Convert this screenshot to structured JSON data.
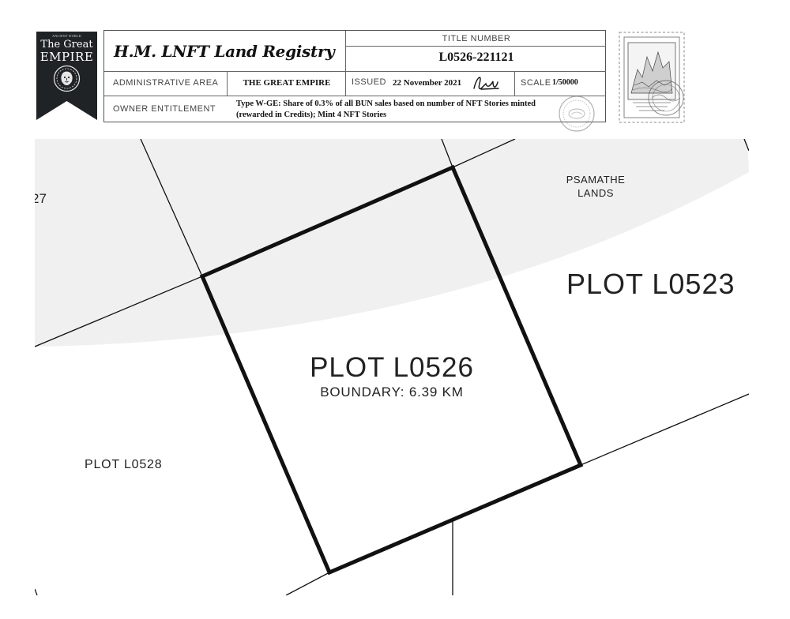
{
  "logo": {
    "small_text": "ANCIENT WORLD",
    "line1": "The Great",
    "line2": "EMPIRE",
    "color": "#1f2326"
  },
  "registry": {
    "title": "H.M. LNFT Land Registry",
    "title_number_label": "TITLE NUMBER",
    "title_number": "L0526-221121",
    "admin_area_label": "ADMINISTRATIVE AREA",
    "admin_area": "THE GREAT EMPIRE",
    "issued_label": "ISSUED",
    "issued_date": "22 November 2021",
    "scale_label": "SCALE",
    "scale": "1/50000",
    "owner_label": "OWNER ENTITLEMENT",
    "owner_line1": "Type W-GE: Share of 0.3% of all BUN sales based on number of NFT Stories minted",
    "owner_line2": "(rewarded in Credits); Mint 4 NFT Stories"
  },
  "map": {
    "region_name_line1": "PSAMATHE",
    "region_name_line2": "LANDS",
    "neighbor_plot_right": "PLOT L0523",
    "plot": "PLOT L0526",
    "boundary": "BOUNDARY: 6.39 KM",
    "neighbor_plot_left": "PLOT L0528",
    "cut_label": "27",
    "region_fill": "#f0f0f0"
  }
}
